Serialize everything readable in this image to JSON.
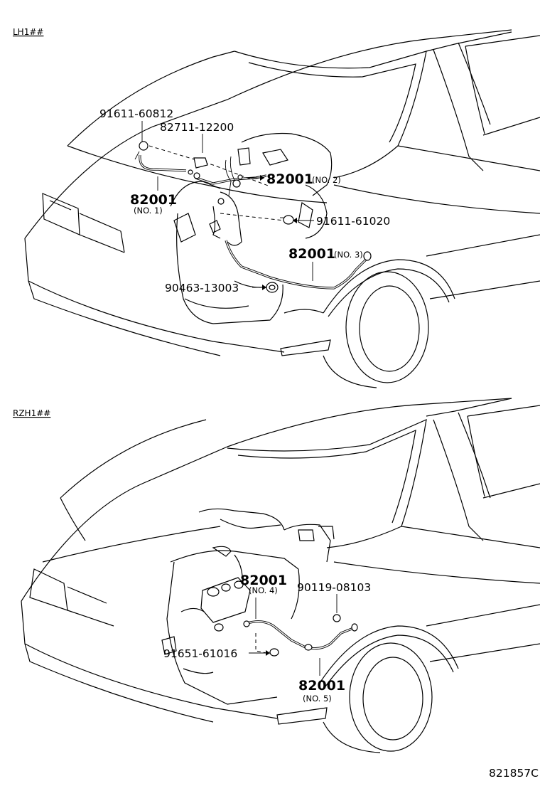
{
  "sections": [
    {
      "label": "LH1##",
      "callouts": {
        "c1": "91611-60812",
        "c2": "82711-12200",
        "c3": "82001",
        "c3_sub": "(NO. 2)",
        "c4": "82001",
        "c4_sub": "(NO. 1)",
        "c5": "91611-61020",
        "c6": "82001",
        "c6_sub": "(NO. 3)",
        "c7": "90463-13003"
      }
    },
    {
      "label": "RZH1##",
      "callouts": {
        "c1": "82001",
        "c1_sub": "(NO. 4)",
        "c2": "90119-08103",
        "c3": "91651-61016",
        "c4": "82001",
        "c4_sub": "(NO. 5)"
      }
    }
  ],
  "figure_code": "821857C"
}
